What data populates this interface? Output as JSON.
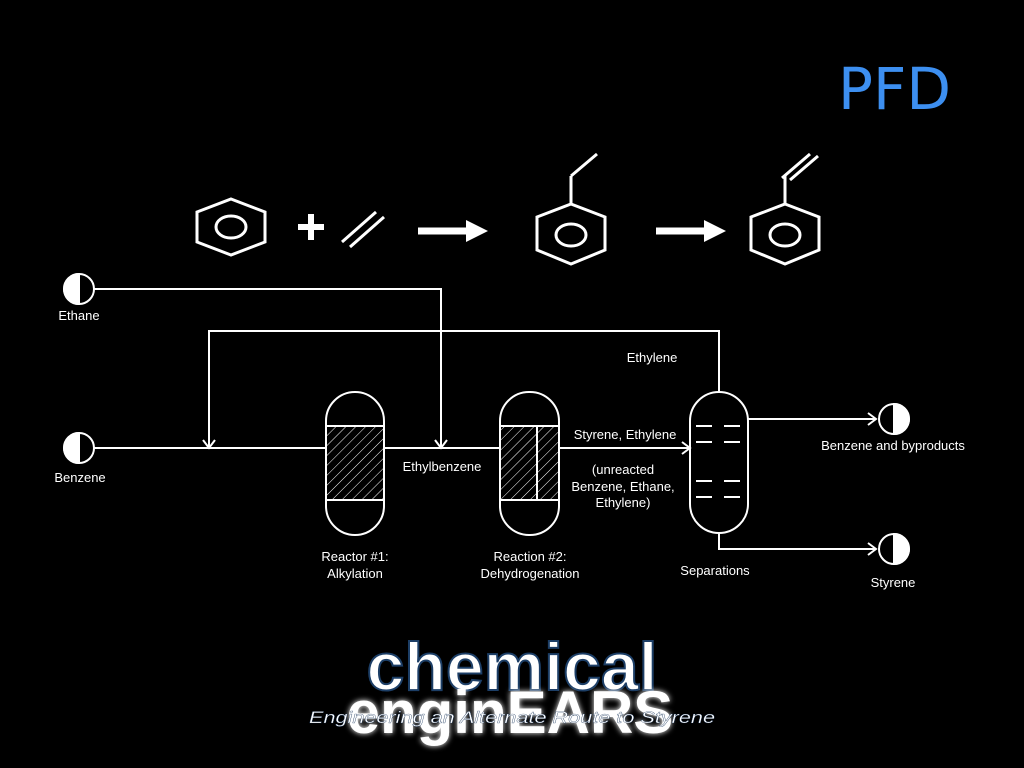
{
  "slide": {
    "title": "PFD"
  },
  "colors": {
    "background": "#000000",
    "title": "#3d8ff0",
    "line": "#ffffff",
    "logo_blue": "#3a6ea8",
    "logo_green": "#7dff3c"
  },
  "streams": {
    "ethane": "Ethane",
    "benzene": "Benzene",
    "ethylene": "Ethylene",
    "ethylbenzene": "Ethylbenzene",
    "reactor2_out": "Styrene, Ethylene",
    "unreacted": [
      "(unreacted",
      "Benzene, Ethane,",
      "Ethylene)"
    ],
    "top_product": "Benzene and byproducts",
    "bottom_product": "Styrene"
  },
  "units": {
    "reactor1": [
      "Reactor #1:",
      "Alkylation"
    ],
    "reactor2": [
      "Reaction #2:",
      "Dehydrogenation"
    ],
    "separations": "Separations"
  },
  "logo": {
    "line1": "chemical",
    "line2": "enginEARS",
    "tagline": "Engineering an Alternate Route to Styrene"
  }
}
